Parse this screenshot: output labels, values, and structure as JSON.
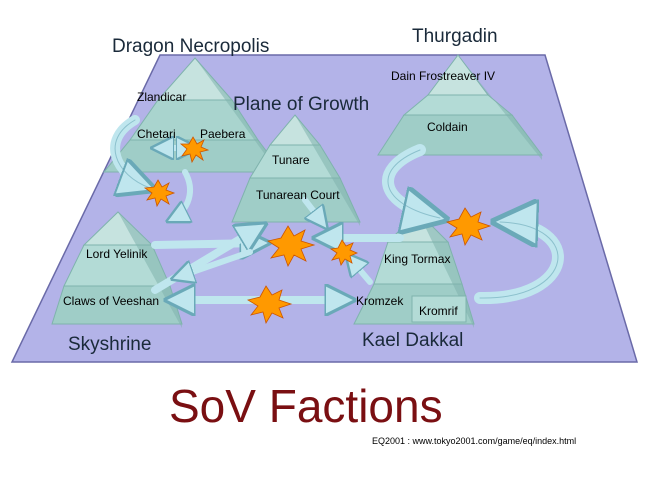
{
  "colors": {
    "board_fill": "#b3b3e8",
    "board_stroke": "#6a6aa8",
    "pyramid_light": "#c6e3df",
    "pyramid_mid": "#9fcdc7",
    "pyramid_dark": "#7fb3ad",
    "arrow_fill": "#bfe6ee",
    "arrow_stroke": "#6aa9b8",
    "burst_fill": "#ff9900",
    "burst_stroke": "#cc5500",
    "title": "#7a0f12"
  },
  "regions": {
    "dragon_necropolis": "Dragon Necropolis",
    "thurgadin": "Thurgadin",
    "plane_of_growth": "Plane of Growth",
    "skyshrine": "Skyshrine",
    "kael_dakkal": "Kael Dakkal"
  },
  "factions": {
    "zlandicar": "Zlandicar",
    "chetari": "Chetari",
    "paebera": "Paebera",
    "dain_frostreaver": "Dain Frostreaver IV",
    "coldain": "Coldain",
    "tunare": "Tunare",
    "tunarean_court": "Tunarean Court",
    "lord_yelinik": "Lord Yelinik",
    "claws_of_veeshan": "Claws of Veeshan",
    "king_tormax": "King Tormax",
    "kromzek": "Kromzek",
    "kromrif": "Kromrif"
  },
  "title": "SoV Factions",
  "credit": "EQ2001 :  www.tokyo2001.com/game/eq/index.html"
}
